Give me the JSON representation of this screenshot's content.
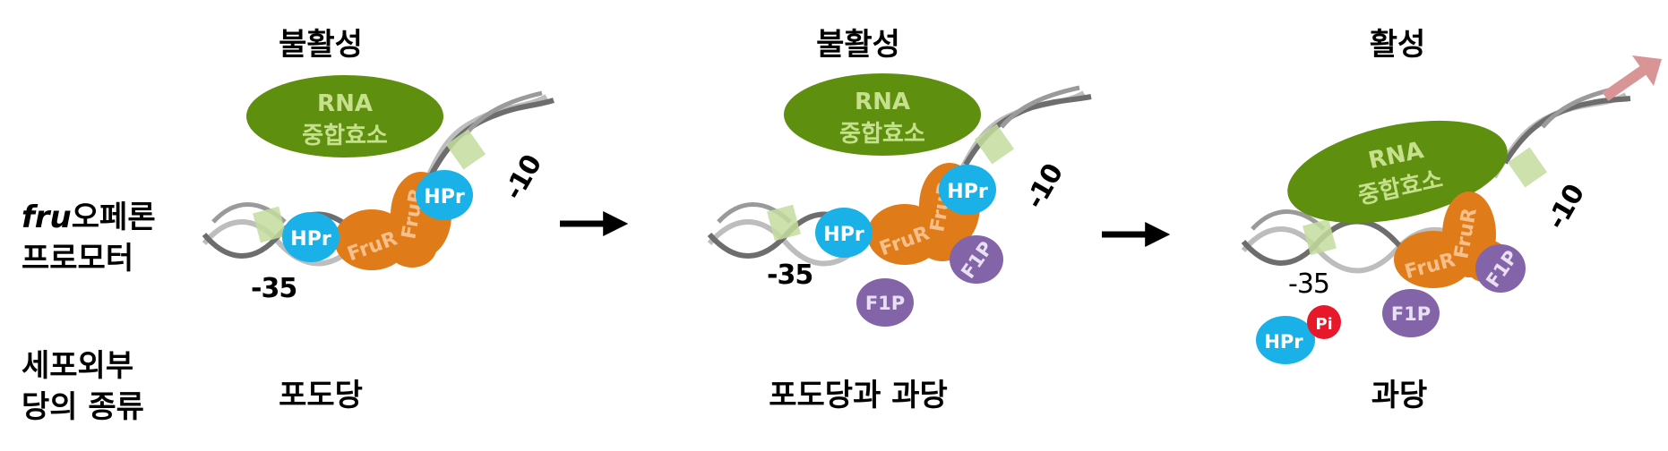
{
  "panels": [
    {
      "state": "불활성",
      "sugar": "포도당"
    },
    {
      "state": "불활성",
      "sugar": "포도당과 과당"
    },
    {
      "state": "활성",
      "sugar": "과당"
    }
  ],
  "side_labels": {
    "promoter_italic": "fru",
    "promoter_rest": "오페론",
    "promoter_line2": "프로모터",
    "sugar_line1": "세포외부",
    "sugar_line2": "당의 종류"
  },
  "polymerase": {
    "line1": "RNA",
    "line2": "중합효소"
  },
  "proteins": {
    "hpr": "HPr",
    "frur": "FruR",
    "f1p": "F1P",
    "pi": "Pi"
  },
  "positions": {
    "minus35": "-35",
    "minus10": "-10"
  },
  "colors": {
    "polymerase": "#5f8f0f",
    "polymerase_text": "#c6e08e",
    "hpr": "#1ab0e8",
    "frur": "#e07b19",
    "frur_text": "#f7c08b",
    "f1p": "#8464a8",
    "pi": "#e6182a",
    "promoter_box": "#c3dc9d",
    "dna_dark": "#6d6d6d",
    "dna_light": "#bdbdbd",
    "arrow_active": "#d99595"
  }
}
